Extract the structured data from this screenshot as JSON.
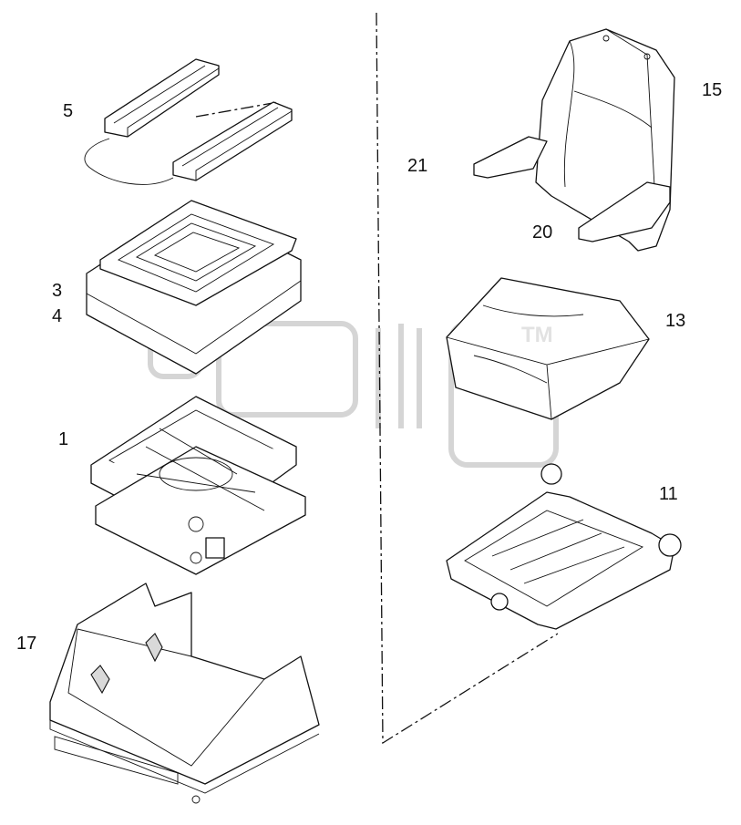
{
  "watermark": {
    "trademark": "TM"
  },
  "callouts": [
    {
      "id": "5",
      "text": "5"
    },
    {
      "id": "3",
      "text": "3"
    },
    {
      "id": "4",
      "text": "4"
    },
    {
      "id": "1",
      "text": "1"
    },
    {
      "id": "17",
      "text": "17"
    },
    {
      "id": "15",
      "text": "15"
    },
    {
      "id": "21",
      "text": "21"
    },
    {
      "id": "20",
      "text": "20"
    },
    {
      "id": "13",
      "text": "13"
    },
    {
      "id": "11",
      "text": "11"
    }
  ],
  "colors": {
    "line": "#111111",
    "watermark": "#d5d5d5",
    "background": "#ffffff"
  }
}
